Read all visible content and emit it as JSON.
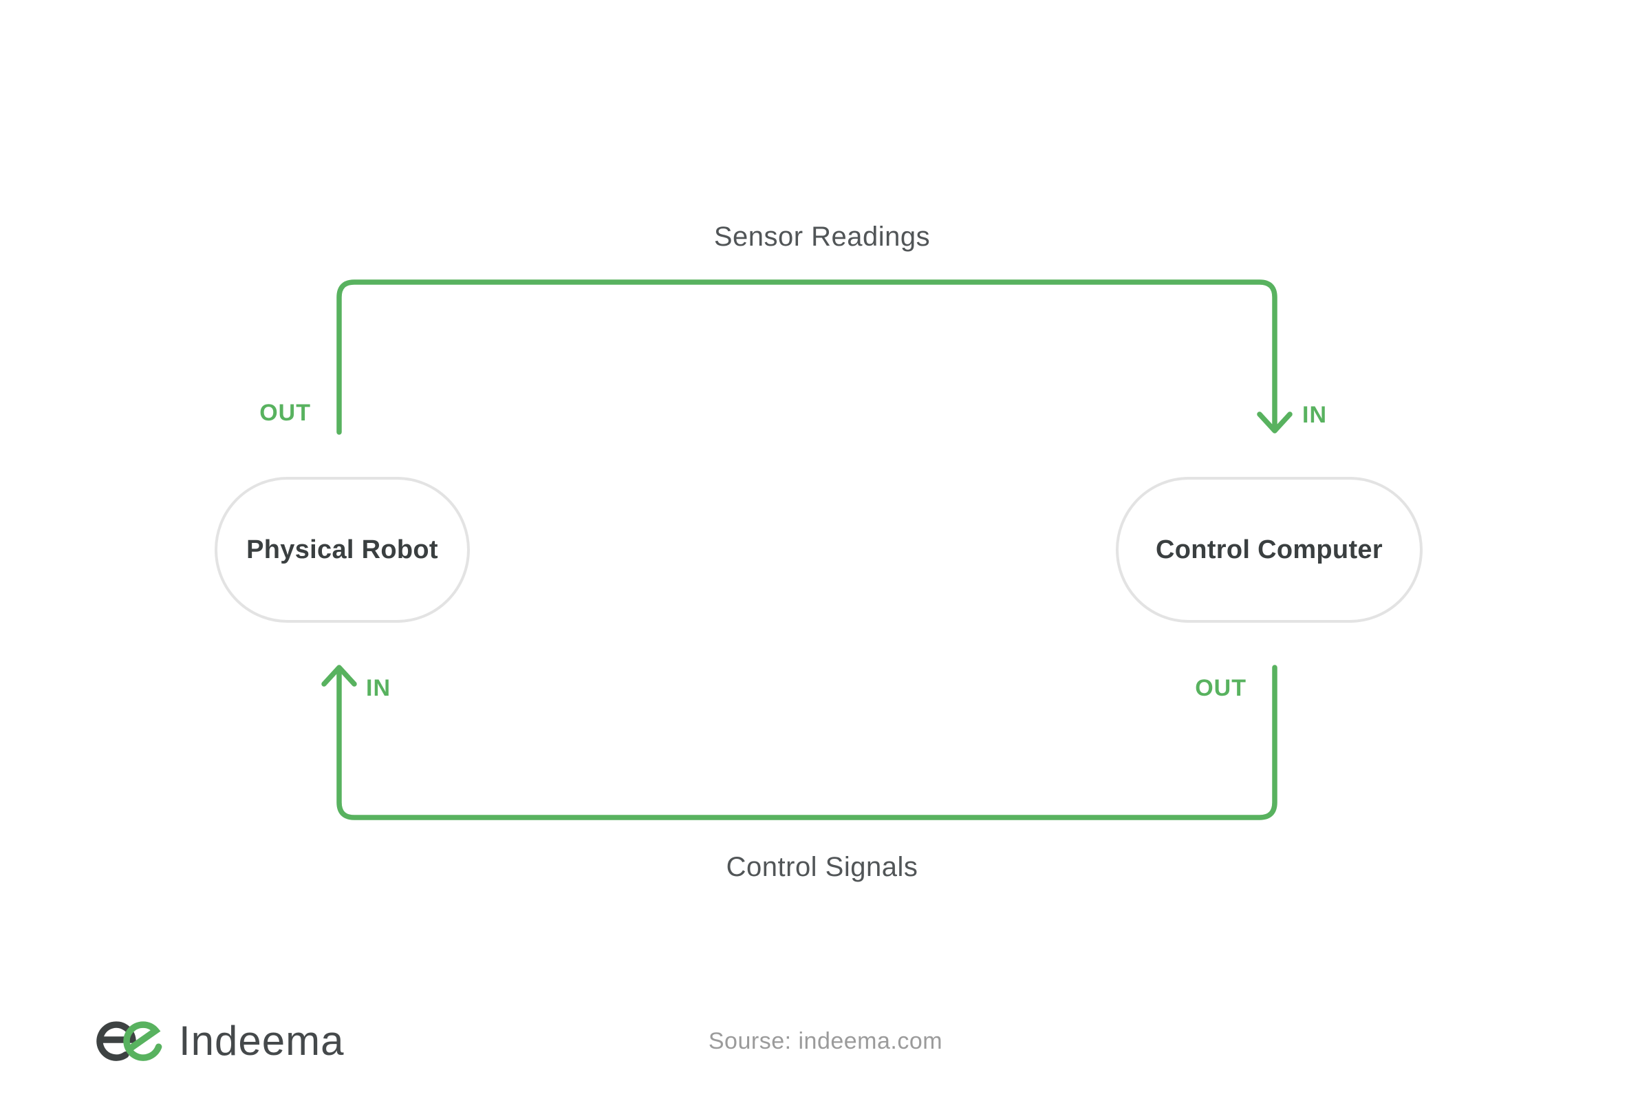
{
  "diagram": {
    "top_flow_label": "Sensor Readings",
    "bottom_flow_label": "Control Signals",
    "nodes": [
      {
        "id": "physical-robot",
        "label": "Physical Robot"
      },
      {
        "id": "control-computer",
        "label": "Control Computer"
      }
    ],
    "ports": {
      "top_left": "OUT",
      "top_right": "IN",
      "bottom_left": "IN",
      "bottom_right": "OUT"
    }
  },
  "footer": {
    "logo_text": "Indeema",
    "source": "Sourse: indeema.com"
  },
  "colors": {
    "accent_green": "#58b25f",
    "node_border": "#e3e3e3",
    "node_text": "#3a3f40",
    "label_text": "#515557",
    "source_text": "#9b9b9b",
    "logo_dark": "#3d4242",
    "logo_text": "#45494b"
  }
}
